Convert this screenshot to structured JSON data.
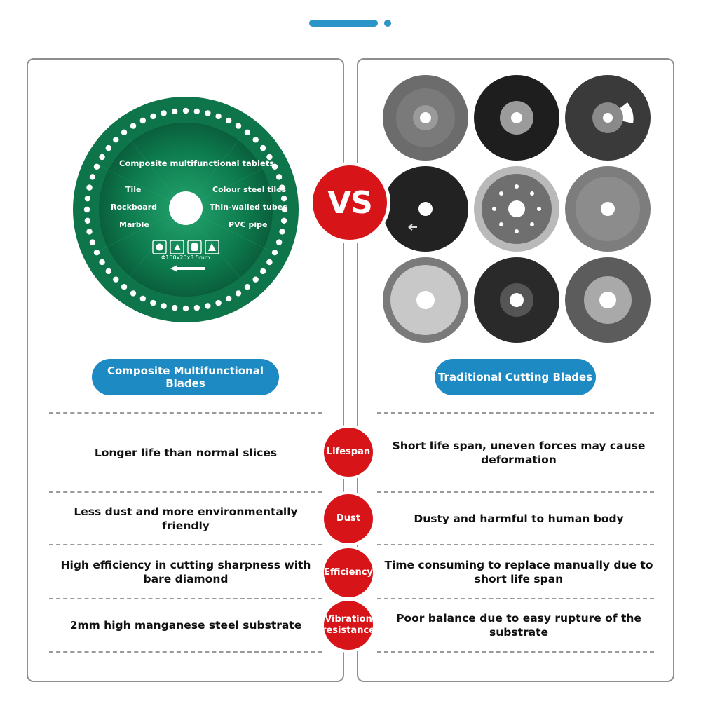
{
  "blade": {
    "title": "Composite multifunctional tablets",
    "materials": {
      "tile": "Tile",
      "rockboard": "Rockboard",
      "marble": "Marble",
      "steel": "Colour steel tiles",
      "tubes": "Thin-walled tubes",
      "pvc": "PVC pipe"
    },
    "spec": "Φ100x20x3.5mm"
  },
  "vs_label": "VS",
  "left_heading": "Composite Multifunctional Blades",
  "right_heading": "Traditional Cutting Blades",
  "rows": [
    {
      "category": "Lifespan",
      "left": "Longer life than normal slices",
      "right": "Short life span, uneven forces may cause deformation"
    },
    {
      "category": "Dust",
      "left": "Less dust and more environmentally friendly",
      "right": "Dusty and harmful to human body"
    },
    {
      "category": "Efficiency",
      "left": "High efficiency in cutting sharpness with bare diamond",
      "right": "Time consuming to replace manually due to short life span"
    },
    {
      "category": "Vibration resistance",
      "left": "2mm high manganese steel substrate",
      "right": "Poor balance due to easy rupture of the substrate"
    }
  ],
  "colors": {
    "accent_blue": "#1d8ac3",
    "accent_red": "#d71519",
    "blade_green": "#0f7f52"
  }
}
